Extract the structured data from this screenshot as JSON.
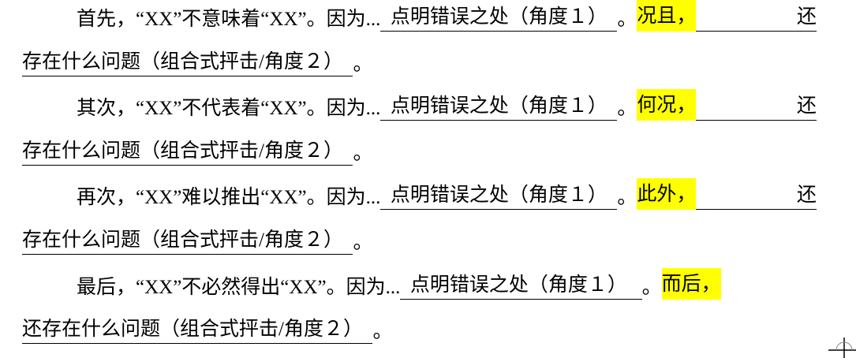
{
  "paragraphs": [
    {
      "prefix": "首先，“XX”不意味着“XX”。因为...",
      "blank1": "  点明错误之处（角度１）  ",
      "period1": "。",
      "connector": "况且，",
      "tail": "还",
      "blank2": "存在什么问题（组合式抨击/角度２）  ",
      "period2": "。"
    },
    {
      "prefix": "其次，“XX”不代表着“XX”。因为...",
      "blank1": "  点明错误之处（角度１）  ",
      "period1": "。",
      "connector": "何况，",
      "tail": "还",
      "blank2": "存在什么问题（组合式抨击/角度２）  ",
      "period2": "。"
    },
    {
      "prefix": "再次，“XX”难以推出“XX”。因为...",
      "blank1": "  点明错误之处（角度１）  ",
      "period1": "。",
      "connector": "此外，",
      "tail": "还",
      "blank2": "存在什么问题（组合式抨击/角度２）  ",
      "period2": "。"
    },
    {
      "prefix": "最后，“XX”不必然得出“XX”。因为...",
      "blank1": "  点明错误之处（角度１）   ",
      "period1": "。",
      "connector": "而后，",
      "tail": "",
      "blank2": "还存在什么问题（组合式抨击/角度２）  ",
      "period2": "。"
    }
  ]
}
